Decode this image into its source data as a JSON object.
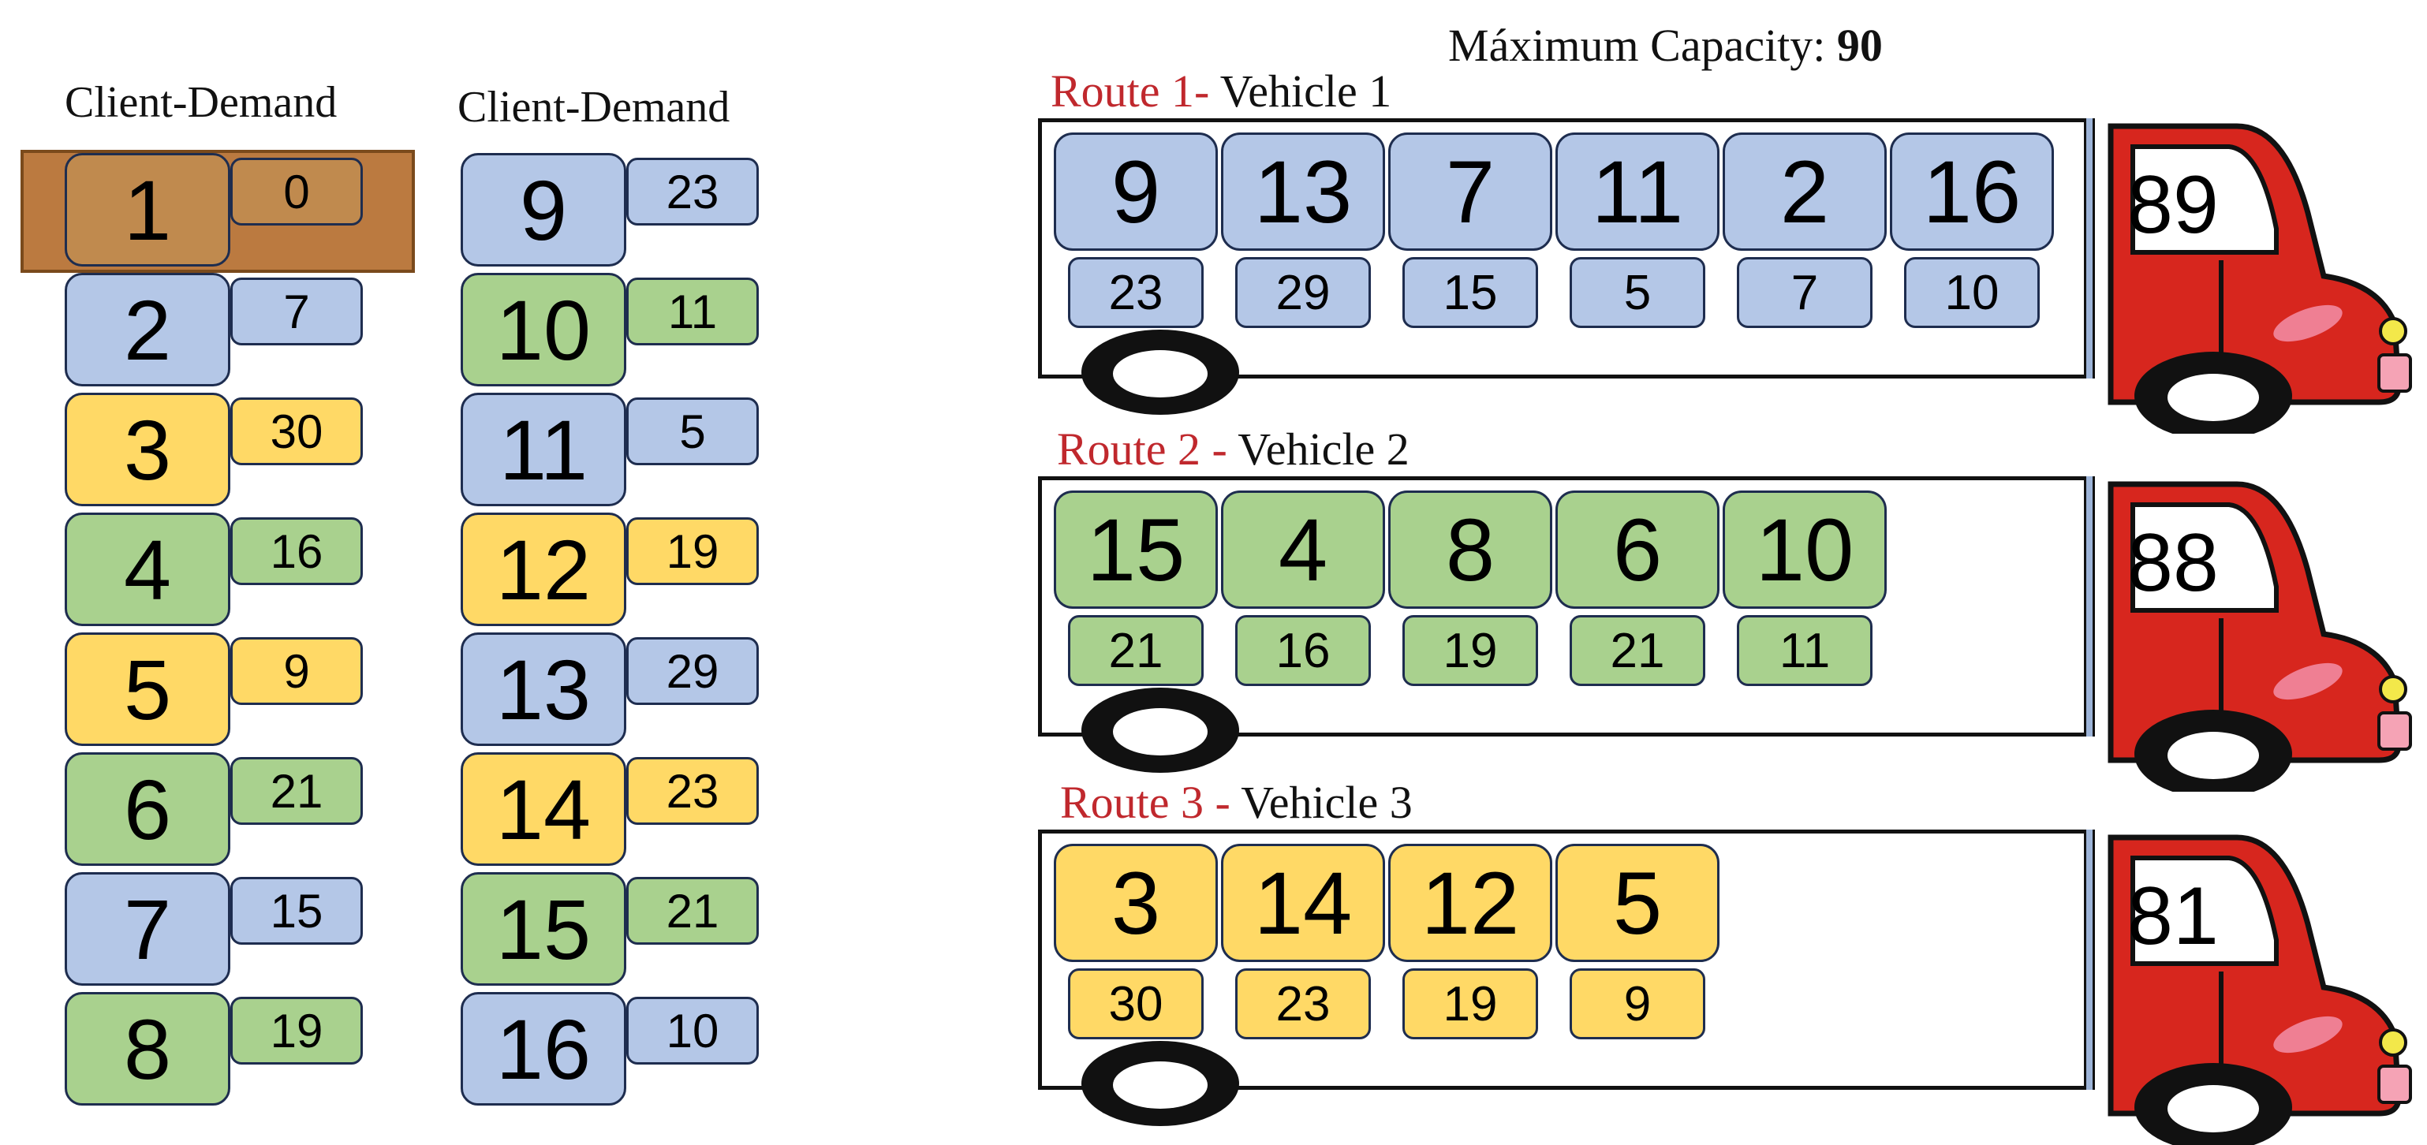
{
  "capacity": {
    "label": "Máximum Capacity:",
    "value": "90"
  },
  "headers": {
    "left": "Client-Demand",
    "right": "Client-Demand"
  },
  "clients_left": [
    {
      "id": "1",
      "demand": "0",
      "color": "depot"
    },
    {
      "id": "2",
      "demand": "7",
      "color": "blue"
    },
    {
      "id": "3",
      "demand": "30",
      "color": "yellow"
    },
    {
      "id": "4",
      "demand": "16",
      "color": "green"
    },
    {
      "id": "5",
      "demand": "9",
      "color": "yellow"
    },
    {
      "id": "6",
      "demand": "21",
      "color": "green"
    },
    {
      "id": "7",
      "demand": "15",
      "color": "blue"
    },
    {
      "id": "8",
      "demand": "19",
      "color": "green"
    }
  ],
  "clients_right": [
    {
      "id": "9",
      "demand": "23",
      "color": "blue"
    },
    {
      "id": "10",
      "demand": "11",
      "color": "green"
    },
    {
      "id": "11",
      "demand": "5",
      "color": "blue"
    },
    {
      "id": "12",
      "demand": "19",
      "color": "yellow"
    },
    {
      "id": "13",
      "demand": "29",
      "color": "blue"
    },
    {
      "id": "14",
      "demand": "23",
      "color": "yellow"
    },
    {
      "id": "15",
      "demand": "21",
      "color": "green"
    },
    {
      "id": "16",
      "demand": "10",
      "color": "blue"
    }
  ],
  "routes": [
    {
      "name": "Route 1-",
      "vehicle": " Vehicle 1",
      "load": "89",
      "color": "blue",
      "stops": [
        {
          "id": "9",
          "demand": "23"
        },
        {
          "id": "13",
          "demand": "29"
        },
        {
          "id": "7",
          "demand": "15"
        },
        {
          "id": "11",
          "demand": "5"
        },
        {
          "id": "2",
          "demand": "7"
        },
        {
          "id": "16",
          "demand": "10"
        }
      ]
    },
    {
      "name": "Route 2 -",
      "vehicle": " Vehicle 2",
      "load": "88",
      "color": "green",
      "stops": [
        {
          "id": "15",
          "demand": "21"
        },
        {
          "id": "4",
          "demand": "16"
        },
        {
          "id": "8",
          "demand": "19"
        },
        {
          "id": "6",
          "demand": "21"
        },
        {
          "id": "10",
          "demand": "11"
        }
      ]
    },
    {
      "name": "Route 3 -",
      "vehicle": " Vehicle 3",
      "load": "81",
      "color": "yellow",
      "stops": [
        {
          "id": "3",
          "demand": "30"
        },
        {
          "id": "14",
          "demand": "23"
        },
        {
          "id": "12",
          "demand": "19"
        },
        {
          "id": "5",
          "demand": "9"
        }
      ]
    }
  ],
  "colors": {
    "blue": "#b4c7e7",
    "green": "#a9d18e",
    "yellow": "#ffd966",
    "depot": "#bb7a40",
    "truck": "#d7261e",
    "route_label": "#c0282d"
  }
}
